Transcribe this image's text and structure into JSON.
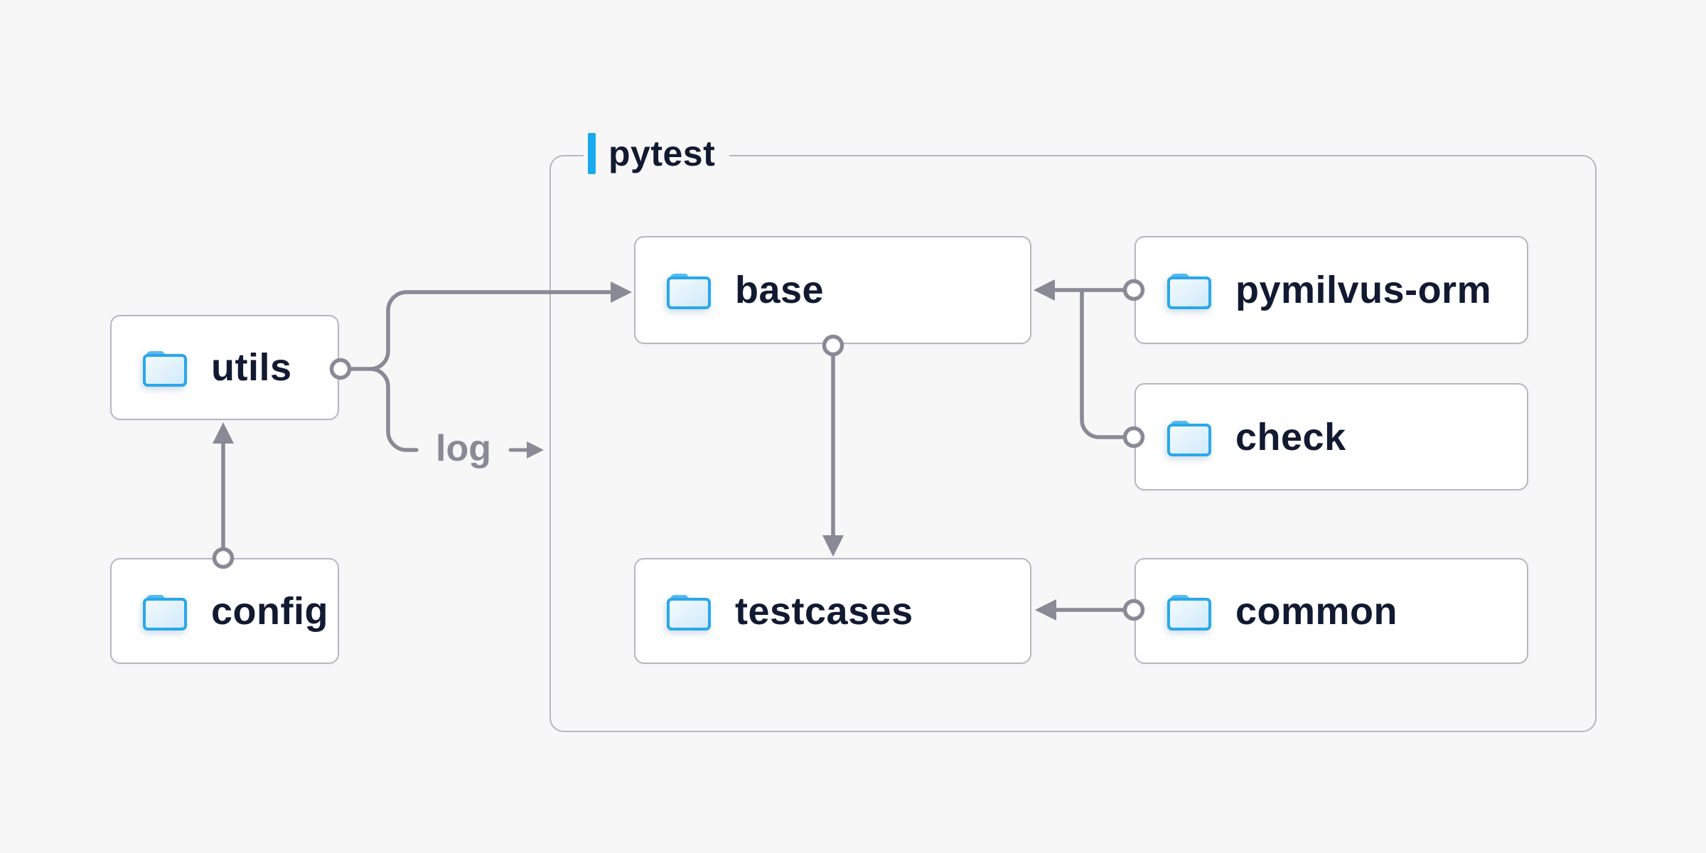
{
  "page": {
    "background": "#f7f7f8",
    "type": "folder-dependency-diagram"
  },
  "colors": {
    "accent_blue": "#18a9ee",
    "node_text": "#121a32",
    "node_background": "#ffffff",
    "node_border": "#b7b7c1",
    "connector_gray": "#8a8a96",
    "folder_blue": "#2aa7e9"
  },
  "container": {
    "label": "pytest"
  },
  "nodes": {
    "utils": {
      "label": "utils",
      "icon": "folder-icon",
      "inside_container": false
    },
    "config": {
      "label": "config",
      "icon": "folder-icon",
      "inside_container": false
    },
    "base": {
      "label": "base",
      "icon": "folder-icon",
      "inside_container": true
    },
    "pymilvus_orm": {
      "label": "pymilvus-orm",
      "icon": "folder-icon",
      "inside_container": true
    },
    "check": {
      "label": "check",
      "icon": "folder-icon",
      "inside_container": true
    },
    "testcases": {
      "label": "testcases",
      "icon": "folder-icon",
      "inside_container": true
    },
    "common": {
      "label": "common",
      "icon": "folder-icon",
      "inside_container": true
    }
  },
  "edge_labels": {
    "log": "log"
  },
  "edges": [
    {
      "from": "config",
      "to": "utils",
      "style": "arrow-up"
    },
    {
      "from": "utils",
      "to": "base",
      "style": "arrow-right"
    },
    {
      "from": "utils",
      "to": "log",
      "style": "labeled-arrow-right",
      "label": "log"
    },
    {
      "from": "pymilvus_orm",
      "to": "base",
      "style": "arrow-left"
    },
    {
      "from": "check",
      "to": "base",
      "style": "arrow-left-merged"
    },
    {
      "from": "base",
      "to": "testcases",
      "style": "arrow-down"
    },
    {
      "from": "common",
      "to": "testcases",
      "style": "arrow-left"
    }
  ]
}
